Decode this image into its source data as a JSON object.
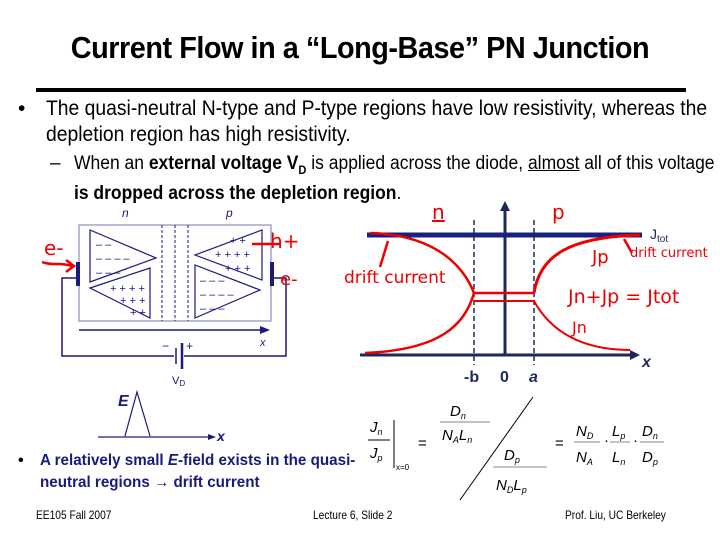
{
  "slide": {
    "title": "Current Flow in a “Long-Base” PN Junction",
    "bullet1": "The quasi-neutral N-type and P-type regions have low resistivity, whereas the depletion region has high resistivity.",
    "sub_bullet": {
      "prefix": "When an ",
      "bold1": "external voltage V",
      "bold1_sub": "D",
      "mid": " is applied across the diode, ",
      "underlined": "almost",
      "mid2": " all of this voltage ",
      "bold2": "is dropped across the depletion region",
      "suffix": "."
    },
    "bullet2": {
      "part1": "A relatively small ",
      "italic": "E",
      "part2": "-field exists in the quasi-neutral regions → drift current"
    },
    "bullet_symbol": "•",
    "dash_symbol": "–"
  },
  "diagram_left": {
    "n_label": "n",
    "p_label": "p",
    "x_label": "x",
    "battery_minus": "−",
    "battery_plus": "+",
    "vd_label": "V",
    "vd_sub": "D",
    "e_label": "E",
    "e_x_label": "x",
    "annotations": [
      "e-",
      "h+",
      "e-"
    ]
  },
  "diagram_right": {
    "jtot_label": "J",
    "jtot_sub": "tot",
    "x_label": "x",
    "ticks": [
      "-b",
      "0",
      "a"
    ],
    "annotations": {
      "n": "n",
      "p": "p",
      "drift_left": "drift current",
      "jp": "Jp",
      "drift_right": "drift current",
      "sum": "Jn+Jp = Jtot",
      "jn": "Jn"
    }
  },
  "equation": {
    "lhs": "Jn/Jp |x=0",
    "middle": "(Dn / NA Ln) / (Dp / ND Lp)",
    "rhs": "ND/NA · Lp/Ln · Dn/Dp"
  },
  "footer": {
    "left": "EE105 Fall 2007",
    "center": "Lecture 6, Slide 2",
    "right": "Prof. Liu, UC Berkeley"
  },
  "colors": {
    "navy": "#1a1a7a",
    "annotation_red": "#e00000"
  }
}
